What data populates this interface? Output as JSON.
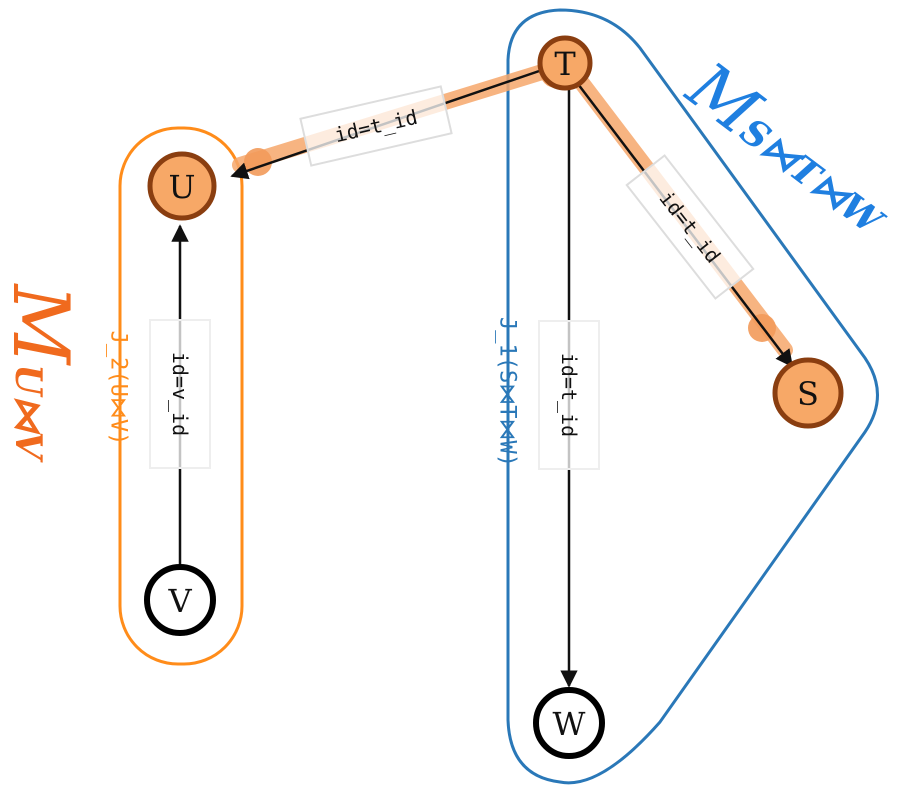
{
  "nodes": {
    "T": "T",
    "U": "U",
    "S": "S",
    "V": "V",
    "W": "W"
  },
  "edges": {
    "t_u": "id=t_id",
    "t_s": "id=t_id",
    "v_u": "id=v_id",
    "t_w": "id=t_id"
  },
  "groups": {
    "uv": {
      "script_m": "M",
      "subscript": "U⋈V",
      "join_label": "J_2(U⋈V)",
      "color": "#ff7f0e"
    },
    "stw": {
      "script_m": "M",
      "subscript": "S⋈T⋈W",
      "join_label": "J_1(S⋈T⋈W)",
      "color": "#1f77b4"
    }
  },
  "colors": {
    "highlight": "#f5a36a",
    "highlight_node_fill": "#f7a867",
    "highlight_node_stroke": "#8a3e10",
    "plain_node_stroke": "#000000",
    "uv_title": "#f06a1e",
    "stw_title": "#1f7fe0"
  }
}
